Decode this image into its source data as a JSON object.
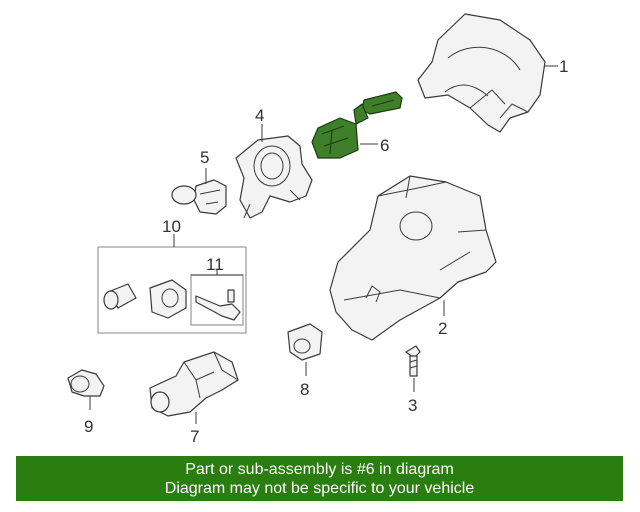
{
  "callouts": {
    "c1": "1",
    "c2": "2",
    "c3": "3",
    "c4": "4",
    "c5": "5",
    "c6": "6",
    "c7": "7",
    "c8": "8",
    "c9": "9",
    "c10": "10",
    "c11": "11"
  },
  "highlight_part": "6",
  "colors": {
    "highlight_part": "#3f7f2a",
    "banner_background": "#2a7d0f",
    "banner_text": "#ffffff"
  },
  "banner": {
    "line1": "Part or sub-assembly is #6 in diagram",
    "line2": "Diagram may not be specific to your vehicle"
  }
}
